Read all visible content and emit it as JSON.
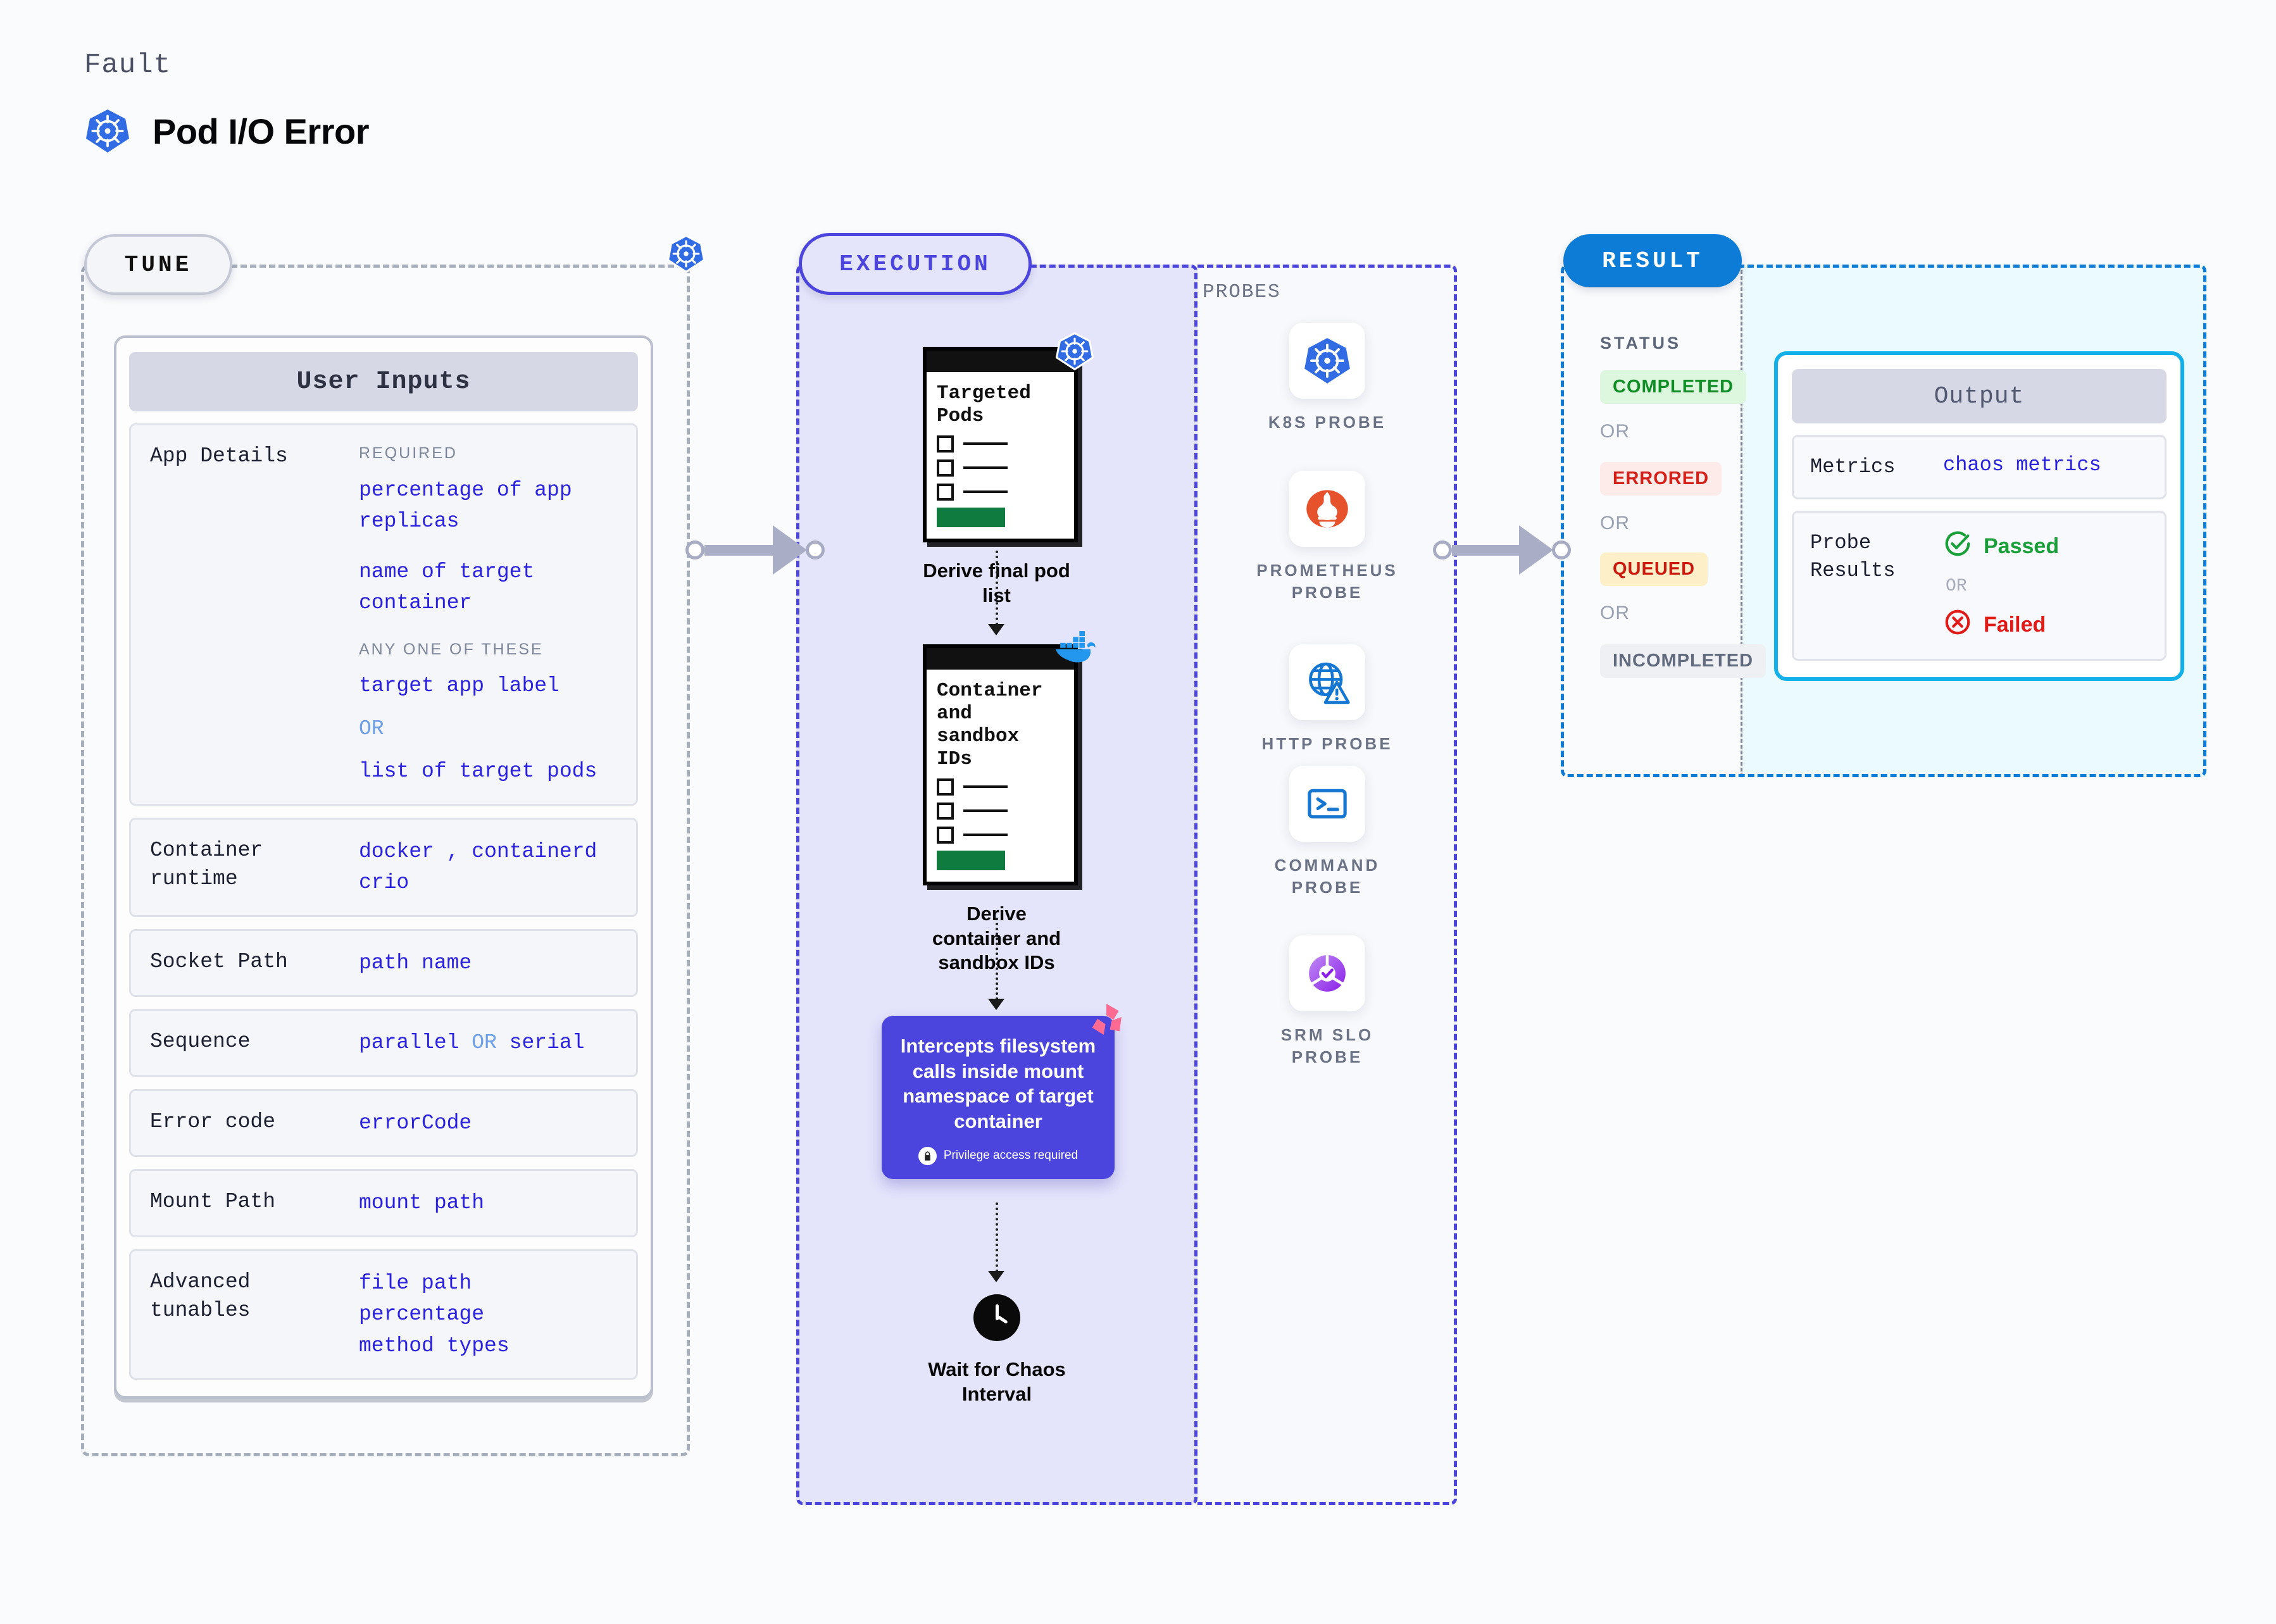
{
  "header": {
    "eyebrow": "Fault",
    "title": "Pod I/O Error",
    "icon": "kubernetes-icon"
  },
  "tune": {
    "tag": "TUNE",
    "card_title": "User Inputs",
    "rows": [
      {
        "label": "App Details",
        "groups": [
          {
            "caption": "REQUIRED",
            "items": [
              "percentage of app replicas",
              "name of target container"
            ]
          },
          {
            "caption": "ANY ONE OF THESE",
            "items": [
              "target app label",
              "OR",
              "list of target pods"
            ]
          }
        ]
      },
      {
        "label": "Container runtime",
        "values": [
          "docker , containerd",
          "crio"
        ]
      },
      {
        "label": "Socket Path",
        "values": [
          "path name"
        ]
      },
      {
        "label": "Sequence",
        "values": [
          "parallel OR serial"
        ]
      },
      {
        "label": "Error code",
        "values": [
          "errorCode"
        ]
      },
      {
        "label": "Mount Path",
        "values": [
          "mount path"
        ]
      },
      {
        "label": "Advanced tunables",
        "values": [
          "file path",
          "percentage",
          "method types"
        ]
      }
    ],
    "inline": {
      "required_caption": "REQUIRED",
      "anyone_caption": "ANY ONE OF THESE",
      "v1": "percentage of app",
      "v1b": "replicas",
      "v2": "name of target",
      "v2b": "container",
      "v3": "target app label",
      "or": "OR",
      "v4": "list of target pods",
      "runtime_label": "Container\nruntime",
      "runtime_a": "docker",
      "runtime_comma": ",",
      "runtime_b": "containerd",
      "runtime_c": "crio",
      "socket_label": "Socket Path",
      "socket_value": "path name",
      "sequence_label": "Sequence",
      "sequence_a": "parallel",
      "sequence_or": "OR",
      "sequence_b": "serial",
      "error_label": "Error code",
      "error_value": "errorCode",
      "mount_label": "Mount Path",
      "mount_value": "mount path",
      "adv_label": "Advanced\ntunables",
      "adv_a": "file path",
      "adv_b": "percentage",
      "adv_c": "method types",
      "app_label": "App Details"
    }
  },
  "execution": {
    "tag": "EXECUTION",
    "steps": [
      {
        "card_title": "Targeted\nPods",
        "badge": "kubernetes-icon",
        "caption": "Derive final pod list"
      },
      {
        "card_title": "Container\nand\nsandbox\nIDs",
        "badge": "docker-icon",
        "caption": "Derive container and sandbox IDs"
      }
    ],
    "step1_title": "Targeted\nPods",
    "step1_caption": "Derive final pod list",
    "step2_title": "Container\nand\nsandbox\nIDs",
    "step2_caption": "Derive container and sandbox IDs",
    "intercept": {
      "text": "Intercepts filesystem calls inside mount namespace of target container",
      "note": "Privilege access required",
      "badge": "litmuschaos-icon",
      "color": "#4b45dd"
    },
    "wait": {
      "caption": "Wait for Chaos Interval",
      "icon": "clock-icon"
    }
  },
  "probes": {
    "title": "PROBES",
    "items": [
      {
        "label": "K8S PROBE",
        "icon": "kubernetes-icon"
      },
      {
        "label": "PROMETHEUS PROBE",
        "icon": "prometheus-icon"
      },
      {
        "label": "HTTP PROBE",
        "icon": "http-globe-warning-icon"
      },
      {
        "label": "COMMAND PROBE",
        "icon": "terminal-icon"
      },
      {
        "label": "SRM SLO PROBE",
        "icon": "srm-slo-icon"
      }
    ],
    "labels": {
      "k8s_l1": "K8S  PROBE",
      "prom_l1": "PROMETHEUS",
      "prom_l2": "PROBE",
      "http_l1": "HTTP  PROBE",
      "cmd_l1": "COMMAND",
      "cmd_l2": "PROBE",
      "srm_l1": "SRM  SLO",
      "srm_l2": "PROBE"
    }
  },
  "result": {
    "tag": "RESULT",
    "status_title": "STATUS",
    "statuses": [
      {
        "label": "COMPLETED",
        "bg": "#ddf6de",
        "fg": "#0f8e26"
      },
      {
        "label": "ERRORED",
        "bg": "#fdebe9",
        "fg": "#d32018"
      },
      {
        "label": "QUEUED",
        "bg": "#fdf0c9",
        "fg": "#cb1b0f"
      },
      {
        "label": "INCOMPLETED",
        "bg": "#eff0f4",
        "fg": "#626a7e"
      }
    ],
    "or": "OR",
    "s1": "COMPLETED",
    "s2": "ERRORED",
    "s3": "QUEUED",
    "s4": "INCOMPLETED",
    "output": {
      "title": "Output",
      "metrics_label": "Metrics",
      "metrics_value": "chaos metrics",
      "probe_label": "Probe\nResults",
      "probe_label_l1": "Probe",
      "probe_label_l2": "Results",
      "passed": "Passed",
      "failed": "Failed",
      "or": "OR"
    }
  },
  "colors": {
    "accent_blue": "#2b22e0",
    "k8s_blue": "#326ce5",
    "result_blue": "#0d7cd6",
    "output_cyan": "#12b0e8",
    "success_green": "#0f8e26",
    "error_red": "#e01b18",
    "litmus_pink": "#fd6b93"
  }
}
